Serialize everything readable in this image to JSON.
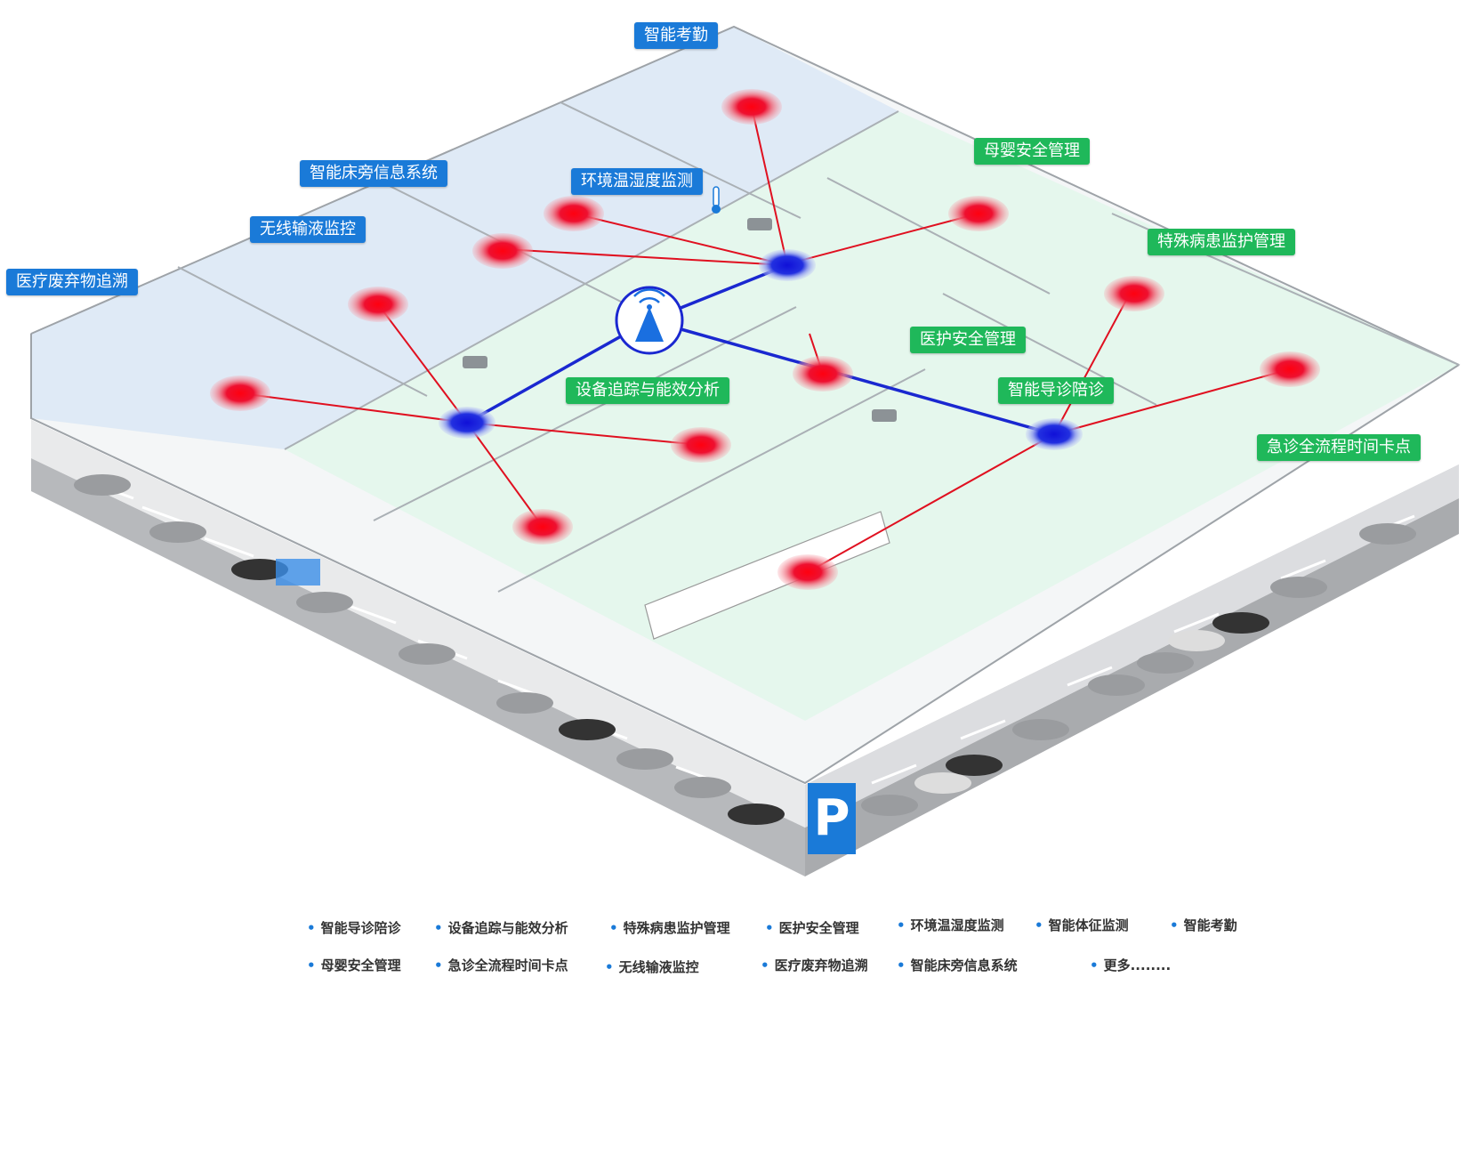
{
  "floor_labels": {
    "attendance": "智能考勤",
    "mother_baby": "母婴安全管理",
    "bedside": "智能床旁信息系统",
    "env_monitor": "环境温湿度监测",
    "infusion": "无线输液监控",
    "special_patient": "特殊病患监护管理",
    "waste": "医疗废弃物追溯",
    "med_safety": "医护安全管理",
    "equipment": "设备追踪与能效分析",
    "guide": "智能导诊陪诊",
    "emergency": "急诊全流程时间卡点"
  },
  "parking_sign": "P",
  "legend": {
    "row1": [
      "智能导诊陪诊",
      "设备追踪与能效分析",
      "特殊病患监护管理",
      "医护安全管理",
      "环境温湿度监测",
      "智能体征监测",
      "智能考勤"
    ],
    "row2": [
      "母婴安全管理",
      "急诊全流程时间卡点",
      "无线输液监控",
      "医疗废弃物追溯",
      "智能床旁信息系统",
      "更多........"
    ]
  },
  "colors": {
    "blue_tag": "#1a7ad8",
    "green_tag": "#1fb85a",
    "node_red": "#e8102a",
    "node_blue": "#1a22d8",
    "link_red": "#e01020",
    "link_blue": "#1a28d0",
    "zone_blue": "#dde9f6",
    "zone_green": "#e4f7ec"
  },
  "icons": [
    "wifi-antenna-icon",
    "thermometer-icon",
    "car-icon",
    "camera-icon"
  ]
}
